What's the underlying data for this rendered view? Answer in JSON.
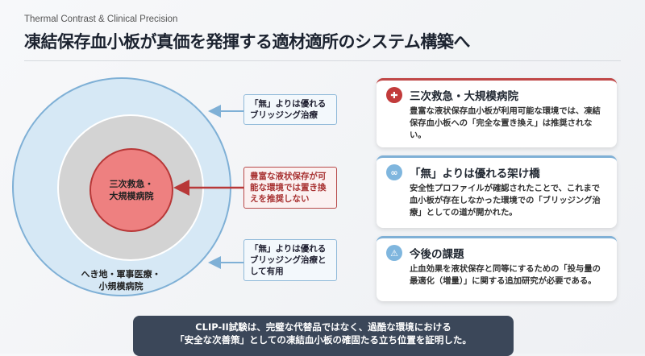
{
  "header": {
    "subtitle": "Thermal Contrast & Clinical Precision",
    "title": "凍結保存血小板が真価を発揮する適材適所のシステム構築へ"
  },
  "diagram": {
    "inner_label": [
      "三次救急・",
      "大規模病院"
    ],
    "outer_label": [
      "へき地・軍事医療・",
      "小規模病院"
    ],
    "callouts": [
      {
        "text": "「無」よりは優れるブリッジング治療",
        "color": "#7fb0d6"
      },
      {
        "text": "豊富な液状保存が可能な環境では置き換えを推奨しない",
        "color": "#b84a4a"
      },
      {
        "text": "「無」よりは優れるブリッジング治療として有用",
        "color": "#7fb0d6"
      }
    ]
  },
  "cards": [
    {
      "icon": "hospital-icon",
      "title": "三次救急・大規模病院",
      "body": "豊富な液状保存血小板が利用可能な環境では、凍結保存血小板への「完全な置き換え」は推奨されない。"
    },
    {
      "icon": "link-icon",
      "title": "「無」よりは優れる架け橋",
      "body": "安全性プロファイルが確認されたことで、これまで血小板が存在しなかった環境での「ブリッジング治療」としての道が開かれた。"
    },
    {
      "icon": "warning-icon",
      "title": "今後の課題",
      "body": "止血効果を液状保存と同等にするための「投与量の最適化（増量）」に関する追加研究が必要である。"
    }
  ],
  "banner": {
    "line1": "CLIP-II試験は、完璧な代替品ではなく、過酷な環境における",
    "line2": "「安全な次善策」としての凍結血小板の確固たる立ち位置を証明した。"
  }
}
